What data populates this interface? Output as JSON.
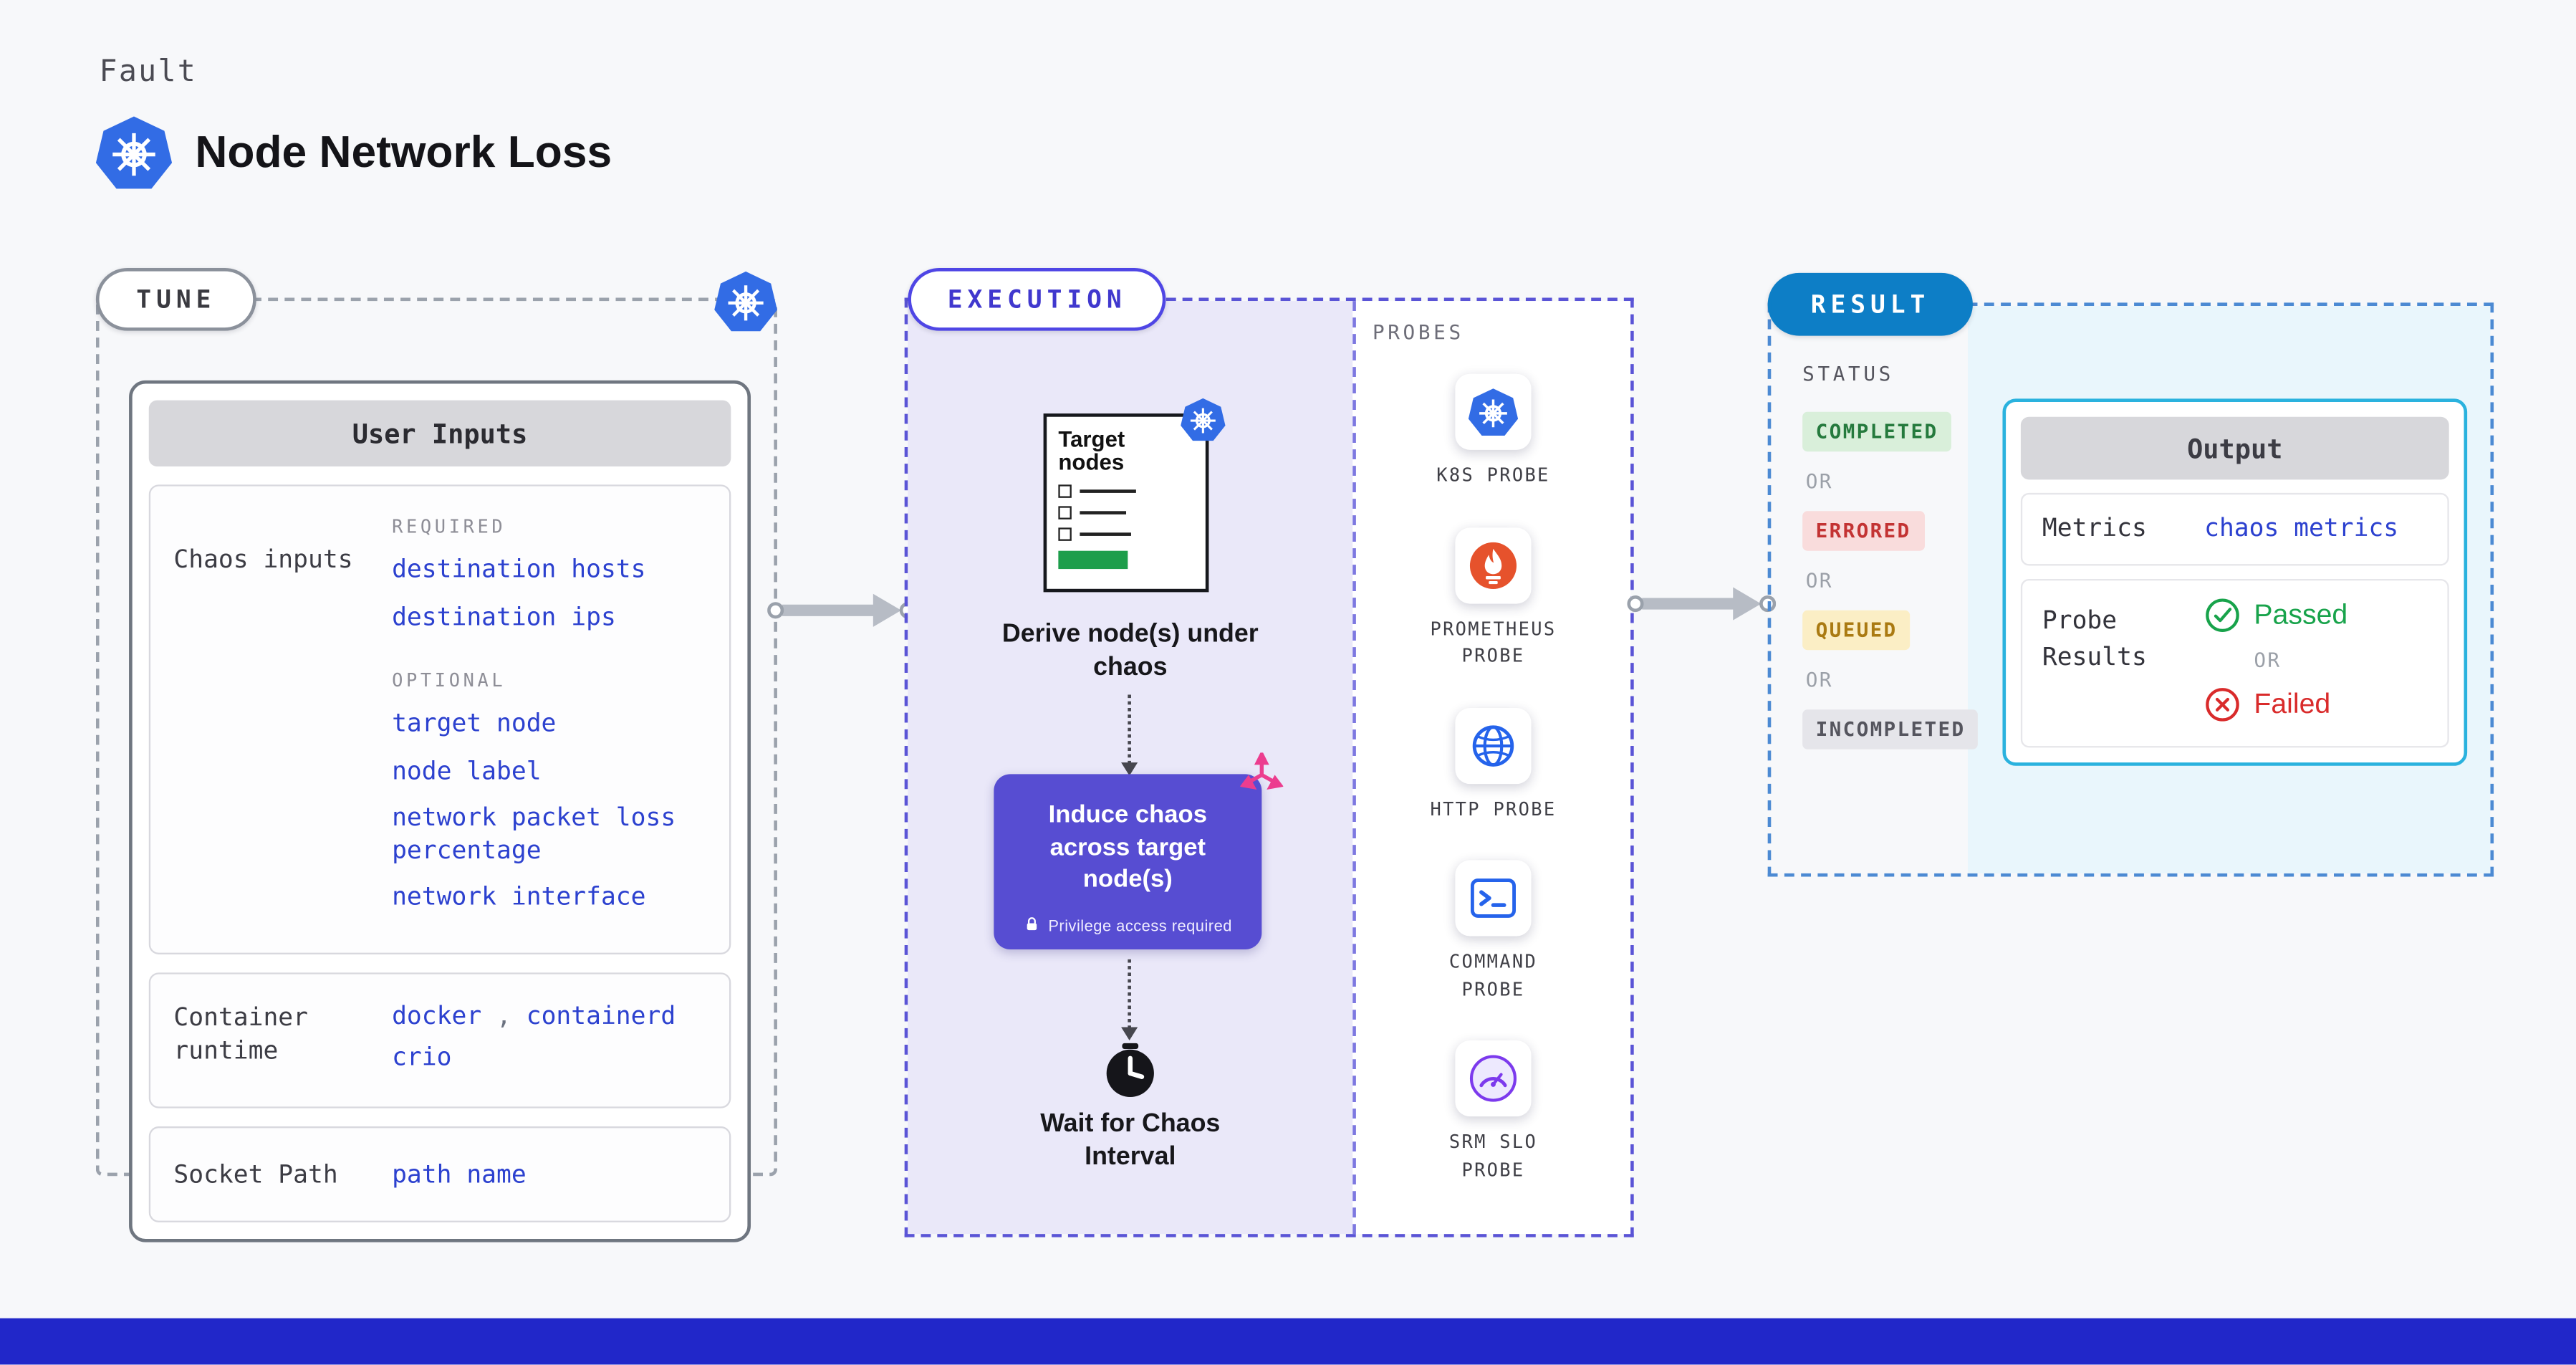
{
  "header": {
    "fault_label": "Fault",
    "title": "Node Network Loss"
  },
  "tune": {
    "label": "TUNE",
    "card_title": "User Inputs",
    "chaos_inputs": {
      "label": "Chaos inputs",
      "required_heading": "REQUIRED",
      "required_items": [
        "destination hosts",
        "destination ips"
      ],
      "optional_heading": "OPTIONAL",
      "optional_items": [
        "target node",
        "node label",
        "network packet loss percentage",
        "network interface"
      ]
    },
    "container_runtime": {
      "label": "Container runtime",
      "comma": ",",
      "values": [
        "docker",
        "containerd",
        "crio"
      ]
    },
    "socket_path": {
      "label": "Socket Path",
      "value": "path name"
    }
  },
  "execution": {
    "label": "EXECUTION",
    "target_nodes_title": "Target nodes",
    "step_derive": "Derive node(s) under chaos",
    "step_induce": "Induce chaos across target node(s)",
    "privilege_note": "Privilege access required",
    "step_wait": "Wait for Chaos Interval"
  },
  "probes": {
    "label": "PROBES",
    "items": [
      {
        "name": "K8S PROBE",
        "icon": "kubernetes-icon"
      },
      {
        "name": "PROMETHEUS PROBE",
        "icon": "prometheus-icon"
      },
      {
        "name": "HTTP PROBE",
        "icon": "globe-icon"
      },
      {
        "name": "COMMAND PROBE",
        "icon": "terminal-icon"
      },
      {
        "name": "SRM SLO PROBE",
        "icon": "slo-gauge-icon"
      }
    ]
  },
  "result": {
    "label": "RESULT",
    "status_label": "STATUS",
    "or": "OR",
    "statuses": [
      {
        "text": "COMPLETED",
        "type": "completed"
      },
      {
        "text": "ERRORED",
        "type": "errored"
      },
      {
        "text": "QUEUED",
        "type": "queued"
      },
      {
        "text": "INCOMPLETED",
        "type": "incompleted"
      }
    ],
    "output": {
      "title": "Output",
      "metrics_label": "Metrics",
      "metrics_value": "chaos metrics",
      "probe_results_label": "Probe Results",
      "passed": "Passed",
      "failed": "Failed"
    }
  },
  "colors": {
    "background": "#f7f8fa",
    "kubernetes_blue": "#326ce5",
    "execution_purple": "#574dd2",
    "execution_border": "#4f46e5",
    "result_blue": "#0d7ec6",
    "output_border": "#2ab2de",
    "link_blue": "#2c41cf",
    "passed_green": "#18a34b",
    "failed_red": "#d92b2b",
    "completed_badge": "#d9efda",
    "errored_badge": "#f9dcdc",
    "queued_badge": "#fbeec5",
    "incompleted_badge": "#e5e5ea",
    "chaos_pink": "#ec3d8f",
    "prometheus_orange": "#e6522c",
    "footer_blue": "#2127c9"
  }
}
